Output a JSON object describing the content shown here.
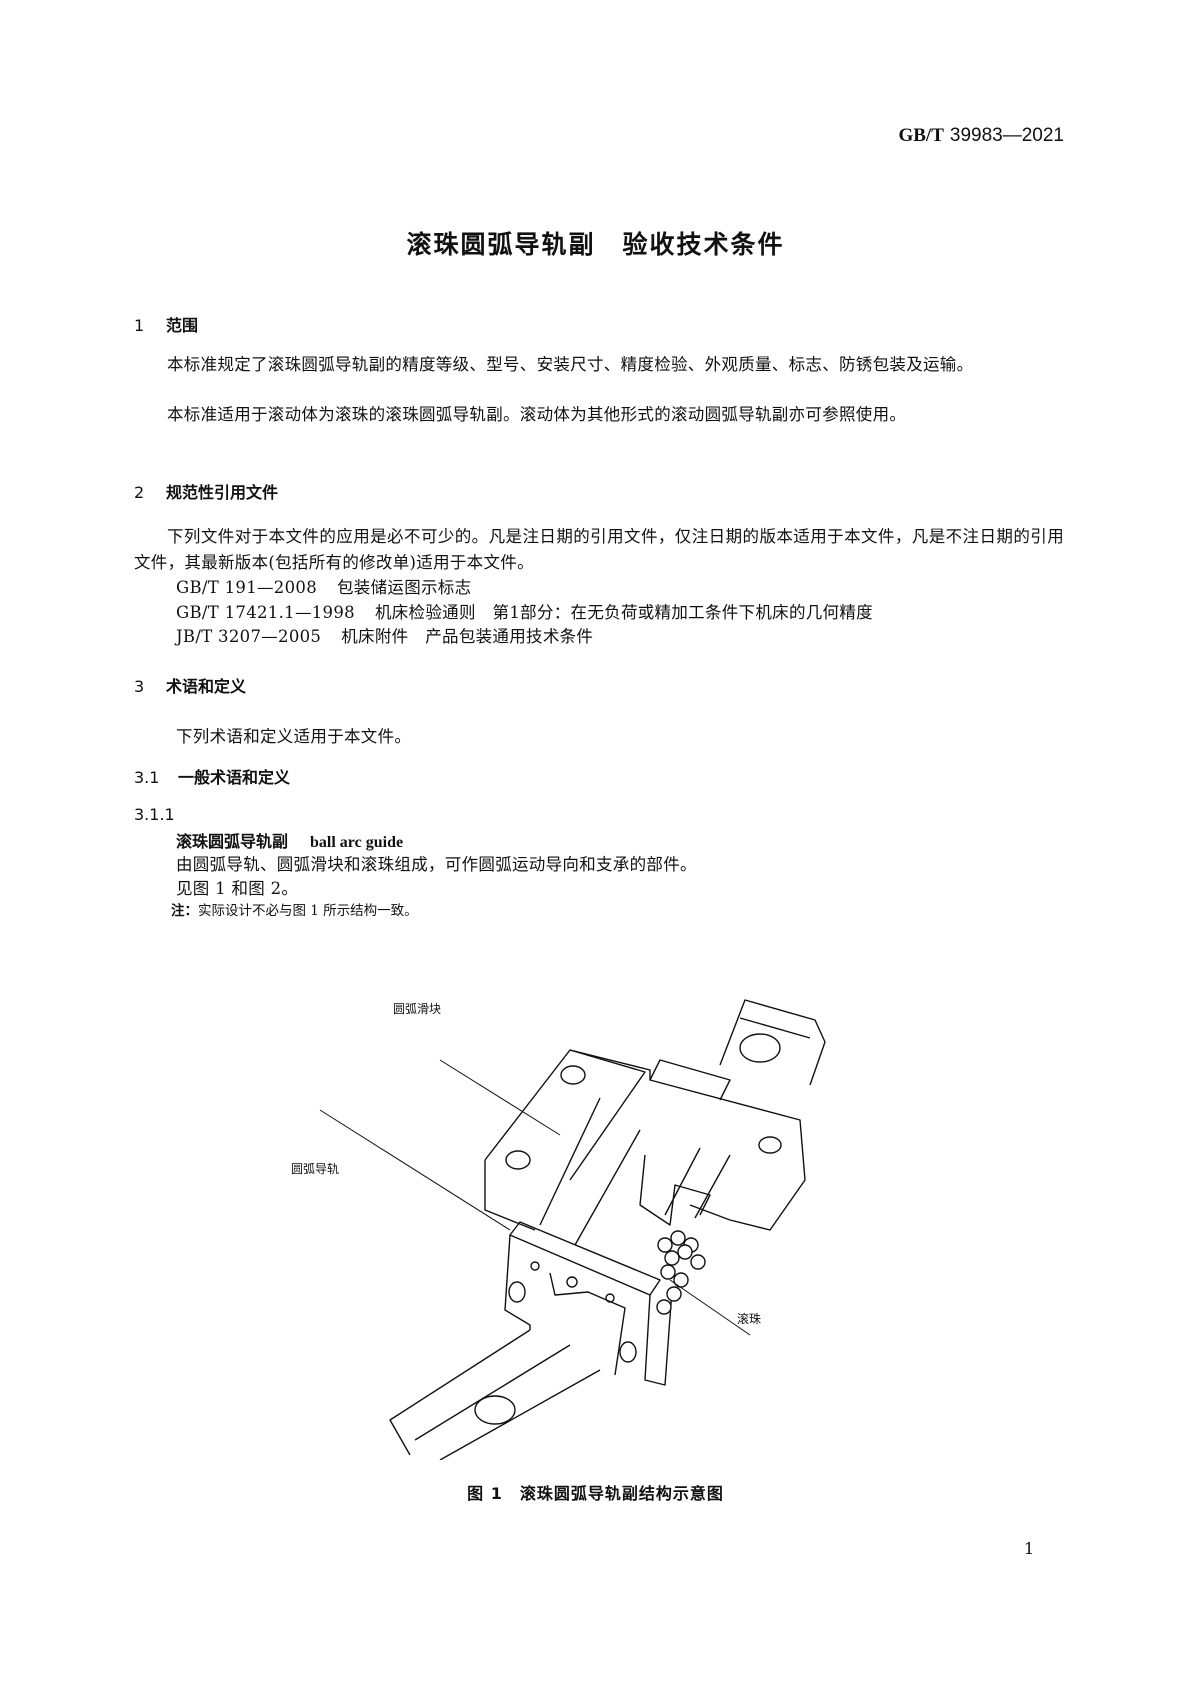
{
  "header": {
    "standard_prefix": "GB/T",
    "standard_number": "39983—2021"
  },
  "title": "滚珠圆弧导轨副　验收技术条件",
  "sections": {
    "s1": {
      "number": "1",
      "title": "范围",
      "paragraphs": [
        "本标准规定了滚珠圆弧导轨副的精度等级、型号、安装尺寸、精度检验、外观质量、标志、防锈包装及运输。",
        "本标准适用于滚动体为滚珠的滚珠圆弧导轨副。滚动体为其他形式的滚动圆弧导轨副亦可参照使用。"
      ]
    },
    "s2": {
      "number": "2",
      "title": "规范性引用文件",
      "intro": "下列文件对于本文件的应用是必不可少的。凡是注日期的引用文件，仅注日期的版本适用于本文件，凡是不注日期的引用文件，其最新版本(包括所有的修改单)适用于本文件。",
      "references": [
        {
          "code": "GB/T 191—2008",
          "title": "包装储运图示标志"
        },
        {
          "code": "GB/T 17421.1—1998",
          "title": "机床检验通则　第1部分：在无负荷或精加工条件下机床的几何精度"
        },
        {
          "code": "JB/T 3207—2005",
          "title": "机床附件　产品包装通用技术条件"
        }
      ]
    },
    "s3": {
      "number": "3",
      "title": "术语和定义",
      "intro": "下列术语和定义适用于本文件。",
      "s3_1": {
        "number": "3.1",
        "title": "一般术语和定义"
      },
      "s3_1_1": {
        "number": "3.1.1",
        "term_zh": "滚珠圆弧导轨副",
        "term_en": "ball arc guide",
        "definition": "由圆弧导轨、圆弧滑块和滚珠组成，可作圆弧运动导向和支承的部件。",
        "see": "见图 1 和图 2。",
        "note_label": "注：",
        "note_text": "实际设计不必与图 1 所示结构一致。"
      }
    }
  },
  "figure": {
    "callouts": {
      "slider": "圆弧滑块",
      "rail": "圆弧导轨",
      "balls": "滚珠"
    },
    "caption": "图 1　滚珠圆弧导轨副结构示意图"
  },
  "page_number": "1"
}
